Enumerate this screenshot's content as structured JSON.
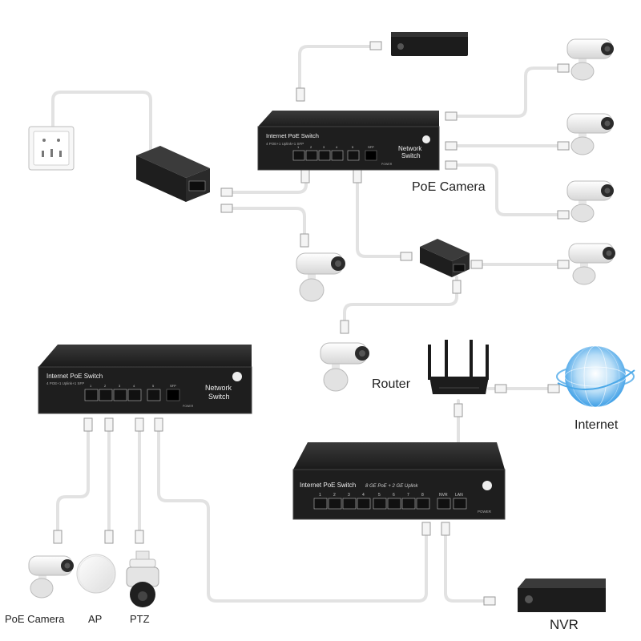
{
  "switches": {
    "top": {
      "brand": "Internet PoE Switch",
      "sub": "4 POE+1 Uplink+1 SFP",
      "name_line1": "Network",
      "name_line2": "Switch",
      "ports": [
        "1",
        "2",
        "3",
        "4",
        "5"
      ],
      "sfp": "SFP",
      "power": "POWER"
    },
    "left": {
      "brand": "Internet PoE Switch",
      "sub": "4 POE+1 Uplink+1 SFP",
      "name_line1": "Network",
      "name_line2": "Switch",
      "ports": [
        "1",
        "2",
        "3",
        "4",
        "5"
      ],
      "sfp": "SFP",
      "power": "POWER"
    },
    "bottom": {
      "brand": "Internet PoE Switch",
      "sub": "8 GE PoE + 2 GE Uplink",
      "ports": [
        "1",
        "2",
        "3",
        "4",
        "5",
        "6",
        "7",
        "8",
        "NVR",
        "LAN"
      ],
      "power": "POWER"
    }
  },
  "labels": {
    "poe_camera_top": "PoE Camera",
    "router": "Router",
    "internet": "Internet",
    "poe_camera_bottom": "PoE Camera",
    "ap": "AP",
    "ptz": "PTZ",
    "nvr": "NVR"
  },
  "colors": {
    "switch_body": "#1e1e1e",
    "switch_face": "#2a2a2a",
    "cable": "#e6e6e6",
    "globe": "#4aa8e8"
  }
}
